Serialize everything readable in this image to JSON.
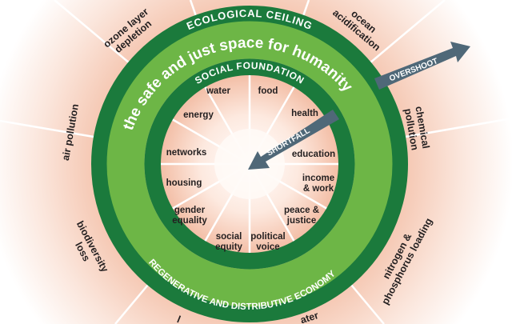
{
  "colors": {
    "dark_green": "#1b7a3c",
    "light_green": "#6db646",
    "arrow": "#4f6878",
    "glow": "#f4c2ab"
  },
  "rings": {
    "ecological_ceiling": "ECOLOGICAL CEILING",
    "safe_space": "the safe and just space for humanity",
    "social_foundation": "SOCIAL FOUNDATION",
    "economy": "REGENERATIVE AND DISTRIBUTIVE ECONOMY"
  },
  "arrows": {
    "overshoot": "OVERSHOOT",
    "shortfall": "SHORTFALL"
  },
  "social_foundation": [
    {
      "id": "food",
      "lines": [
        "food"
      ]
    },
    {
      "id": "health",
      "lines": [
        "health"
      ]
    },
    {
      "id": "education",
      "lines": [
        "education"
      ]
    },
    {
      "id": "income-work",
      "lines": [
        "income",
        "& work"
      ]
    },
    {
      "id": "peace-justice",
      "lines": [
        "peace &",
        "justice"
      ]
    },
    {
      "id": "political-voice",
      "lines": [
        "political",
        "voice"
      ]
    },
    {
      "id": "social-equity",
      "lines": [
        "social",
        "equity"
      ]
    },
    {
      "id": "gender-equality",
      "lines": [
        "gender",
        "equality"
      ]
    },
    {
      "id": "housing",
      "lines": [
        "housing"
      ]
    },
    {
      "id": "networks",
      "lines": [
        "networks"
      ]
    },
    {
      "id": "energy",
      "lines": [
        "energy"
      ]
    },
    {
      "id": "water",
      "lines": [
        "water"
      ]
    }
  ],
  "ecological_ceiling": [
    {
      "id": "ocean-acidification",
      "lines": [
        "ocean",
        "acidification"
      ]
    },
    {
      "id": "chemical-pollution",
      "lines": [
        "chemical",
        "pollution"
      ]
    },
    {
      "id": "nitrogen-phosphorus",
      "lines": [
        "nitrogen &",
        "phosphorus loading"
      ]
    },
    {
      "id": "freshwater-partial",
      "lines": [
        "ater"
      ]
    },
    {
      "id": "land-partial",
      "lines": [
        "l"
      ]
    },
    {
      "id": "biodiversity-loss",
      "lines": [
        "biodiversity",
        "loss"
      ]
    },
    {
      "id": "air-pollution",
      "lines": [
        "air pollution"
      ]
    },
    {
      "id": "ozone-depletion",
      "lines": [
        "ozone layer",
        "depletion"
      ]
    }
  ]
}
